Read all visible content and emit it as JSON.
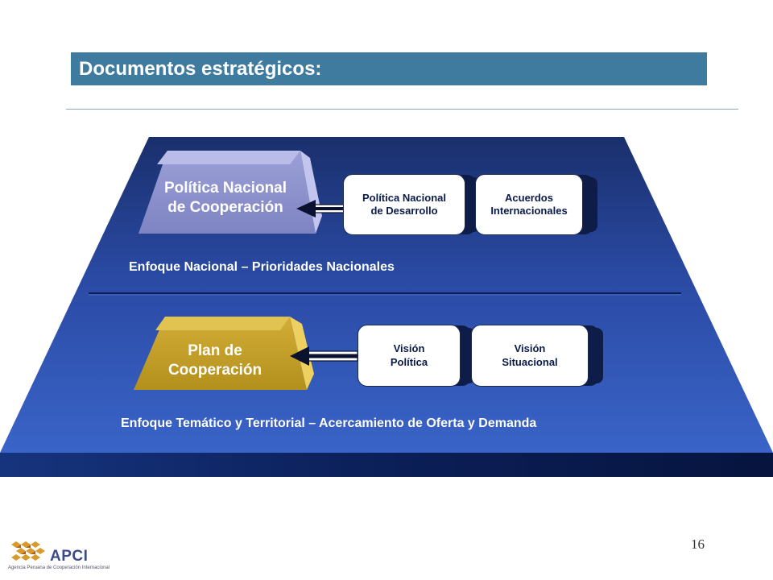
{
  "title": "Documentos estratégicos:",
  "upper": {
    "main_box": {
      "line1": "Política Nacional",
      "line2": "de Cooperación"
    },
    "box1": {
      "line1": "Política Nacional",
      "line2": "de Desarrollo"
    },
    "box2": {
      "line1": "Acuerdos",
      "line2": "Internacionales"
    },
    "caption": "Enfoque Nacional – Prioridades Nacionales"
  },
  "lower": {
    "main_box": {
      "line1": "Plan de",
      "line2": "Cooperación"
    },
    "box1": {
      "line1": "Visión",
      "line2": "Política"
    },
    "box2": {
      "line1": "Visión",
      "line2": "Situacional"
    },
    "caption": "Enfoque Temático y Territorial – Acercamiento de Oferta y Demanda"
  },
  "page_number": "16",
  "logo": {
    "name": "APCI",
    "subtitle": "Agencia Peruana de Cooperación Internacional"
  },
  "colors": {
    "title_bar": "#3f7a9f",
    "platform_top": "#1c3272",
    "platform_bottom": "#3a62c4",
    "platform_base": "#0a1d52",
    "purple_box": "#9b9fd4",
    "gold_box": "#c9a630"
  }
}
